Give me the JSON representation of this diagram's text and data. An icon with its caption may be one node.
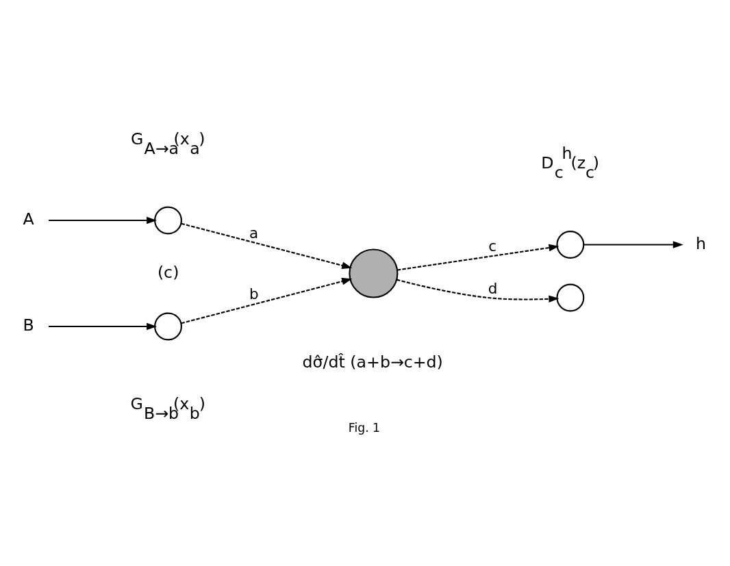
{
  "diagram": {
    "caption": "Fig. 1",
    "nodes": [
      {
        "text": [
          "A"
        ]
      },
      {
        "text": [],
        "shape": "circle",
        "beside": [
          "G$_{A→a}$(x$_{a}$)"
        ]
      },
      {
        "text": [],
        "shape": "circle",
        "beside": [
          "D$_{c}$$^{h}$(z$_{c}$)"
        ]
      },
      {
        "text": [
          "h"
        ]
      },
      {
        "text": [],
        "shape": "circle",
        "beside": [
          "dσ̂/dt̂ (a+b→c+d)"
        ]
      },
      {
        "text": [
          "B"
        ]
      },
      {
        "text": [],
        "shape": "circle",
        "beside": [
          "G$_{B→b}$(x$_{b}$)"
        ]
      },
      {
        "text": [],
        "shape": "circle"
      }
    ],
    "edges": [
      {
        "from": 0,
        "to": 1,
        "arrow": "to"
      },
      {
        "from": 1,
        "to": 4,
        "arrow": "to",
        "label": "a",
        "style": "dashed"
      },
      {
        "from": 5,
        "to": 6,
        "arrow": "to"
      },
      {
        "from": 6,
        "to": 4,
        "arrow": "to",
        "label": "b",
        "style": "dashed"
      },
      {
        "from": 4,
        "to": 2,
        "arrow": "to",
        "label": "c",
        "style": "dashed"
      },
      {
        "from": 4,
        "to": 7,
        "arrow": "to",
        "label": "d",
        "style": "dashed"
      },
      {
        "from": 2,
        "to": 3,
        "arrow": "to"
      }
    ],
    "labels": [
      "(c)"
    ]
  }
}
